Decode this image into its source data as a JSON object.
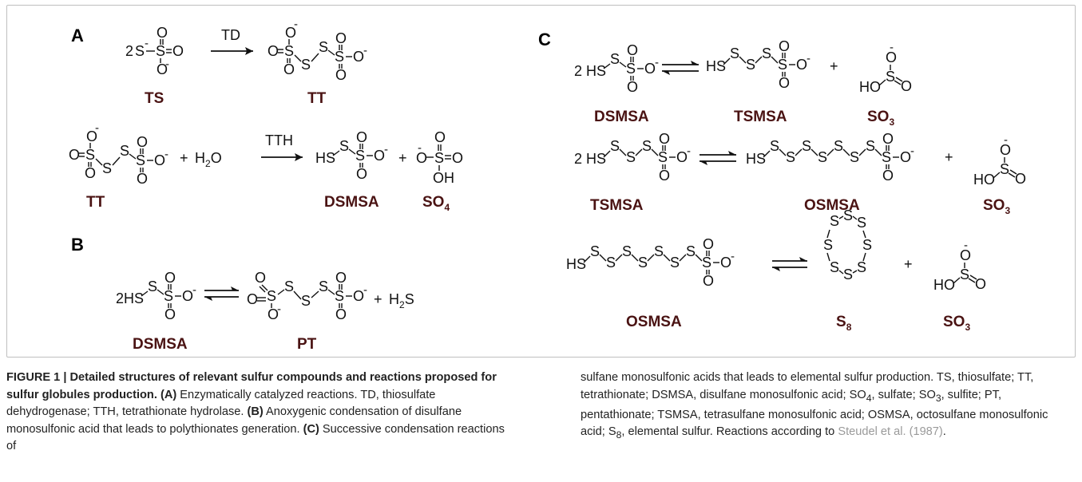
{
  "figure": {
    "panels": [
      "A",
      "B",
      "C"
    ],
    "panel_a": {
      "reaction1": {
        "coefficient": "2",
        "enzyme": "TD",
        "reactant": "TS",
        "product": "TT"
      },
      "reaction2": {
        "plus": "+",
        "water": "H",
        "water_sub": "2",
        "water_tail": "O",
        "enzyme": "TTH",
        "reactant": "TT",
        "product1": "DSMSA",
        "product2_base": "SO",
        "product2_sub": "4"
      }
    },
    "panel_b": {
      "coefficient": "2",
      "reactant": "DSMSA",
      "product": "PT",
      "plus": "+",
      "byproduct": "H",
      "byproduct_sub": "2",
      "byproduct_tail": "S"
    },
    "panel_c": {
      "rows": [
        {
          "coefficient": "2",
          "reactant": "DSMSA",
          "product": "TSMSA",
          "byproduct_base": "SO",
          "byproduct_sub": "3"
        },
        {
          "coefficient": "2",
          "reactant": "TSMSA",
          "product": "OSMSA",
          "byproduct_base": "SO",
          "byproduct_sub": "3"
        },
        {
          "reactant": "OSMSA",
          "product_base": "S",
          "product_sub": "8",
          "byproduct_base": "SO",
          "byproduct_sub": "3"
        }
      ]
    }
  },
  "caption": {
    "left": {
      "title": "FIGURE 1 | Detailed structures of relevant sulfur compounds and reactions proposed for sulfur globules production.",
      "a_label": "(A)",
      "a_text": " Enzymatically catalyzed reactions. TD, thiosulfate dehydrogenase; TTH, tetrathionate hydrolase.",
      "b_label": "(B)",
      "b_text": " Anoxygenic condensation of disulfane monosulfonic acid that leads to polythionates generation.",
      "c_label": "(C)",
      "c_text": " Successive condensation reactions of"
    },
    "right": {
      "t1": "sulfane monosulfonic acids that leads to elemental sulfur production. TS, thiosulfate; TT, tetrathionate; DSMSA, disulfane monosulfonic acid; SO",
      "so4_sub": "4",
      "t2": ", sulfate; SO",
      "so3_sub": "3",
      "t3": ", sulfite; PT, pentathionate; TSMSA, tetrasulfane monosulfonic acid; OSMSA, octosulfane monosulfonic acid; S",
      "s8_sub": "8",
      "t4": ", elemental sulfur. Reactions according to ",
      "citation": "Steudel et al. (1987)",
      "t5": "."
    }
  }
}
